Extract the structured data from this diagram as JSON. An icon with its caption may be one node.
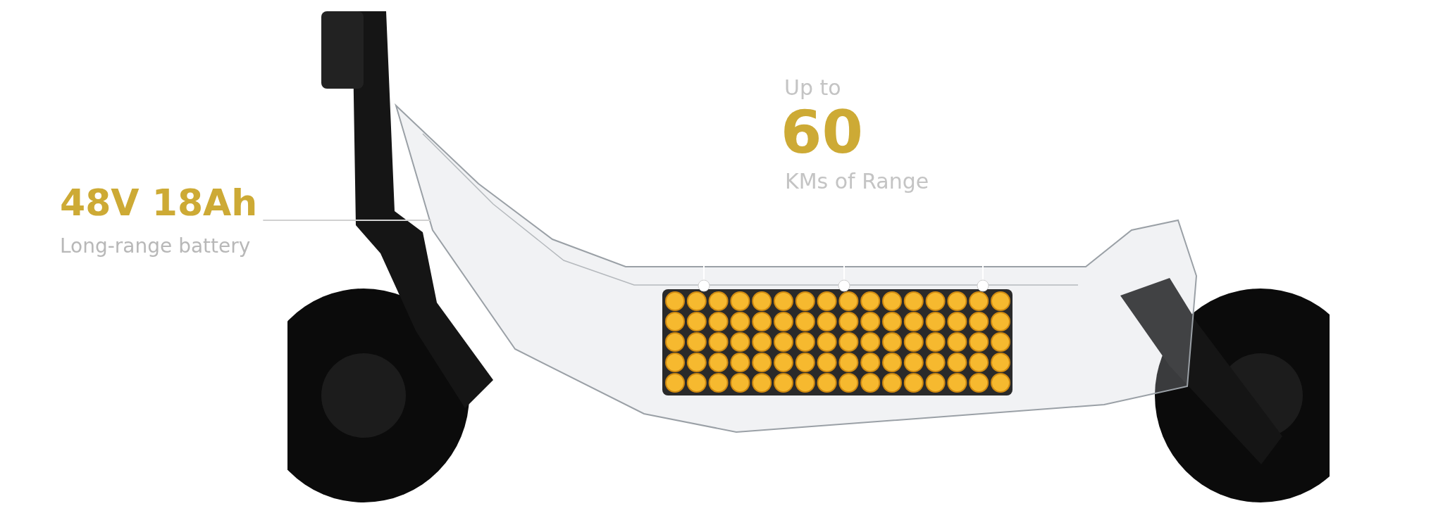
{
  "diagram": {
    "nodes": [
      {
        "text": [
          "48V 18Ah",
          "Long-range battery"
        ]
      },
      {
        "text": [],
        "shape": "picture"
      }
    ],
    "edges": [
      {
        "from": 0,
        "to": 1,
        "arrow": "none"
      }
    ],
    "labels": [
      "Up to",
      "60",
      "KMs of Range"
    ]
  }
}
